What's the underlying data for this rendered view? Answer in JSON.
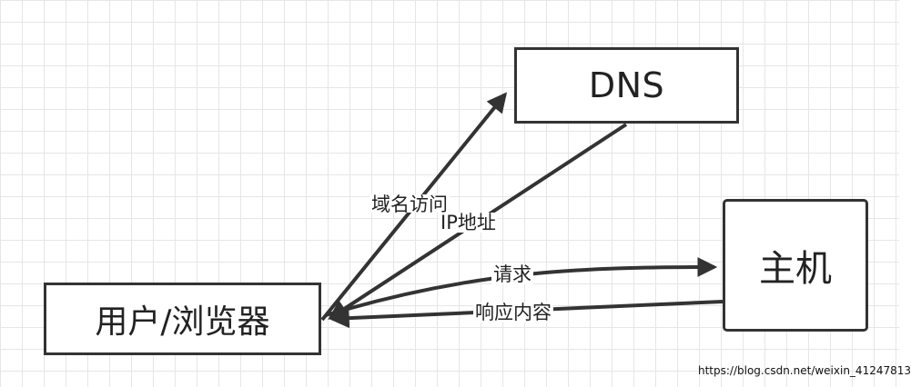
{
  "nodes": {
    "dns": "DNS",
    "host": "主机",
    "user": "用户/浏览器"
  },
  "edges": {
    "domain_access": "域名访问",
    "ip_address": "IP地址",
    "request": "请求",
    "response": "响应内容"
  },
  "watermark": "https://blog.csdn.net/weixin_41247813",
  "colors": {
    "stroke": "#333333",
    "grid": "#e6e6e6",
    "background": "#ffffff"
  }
}
